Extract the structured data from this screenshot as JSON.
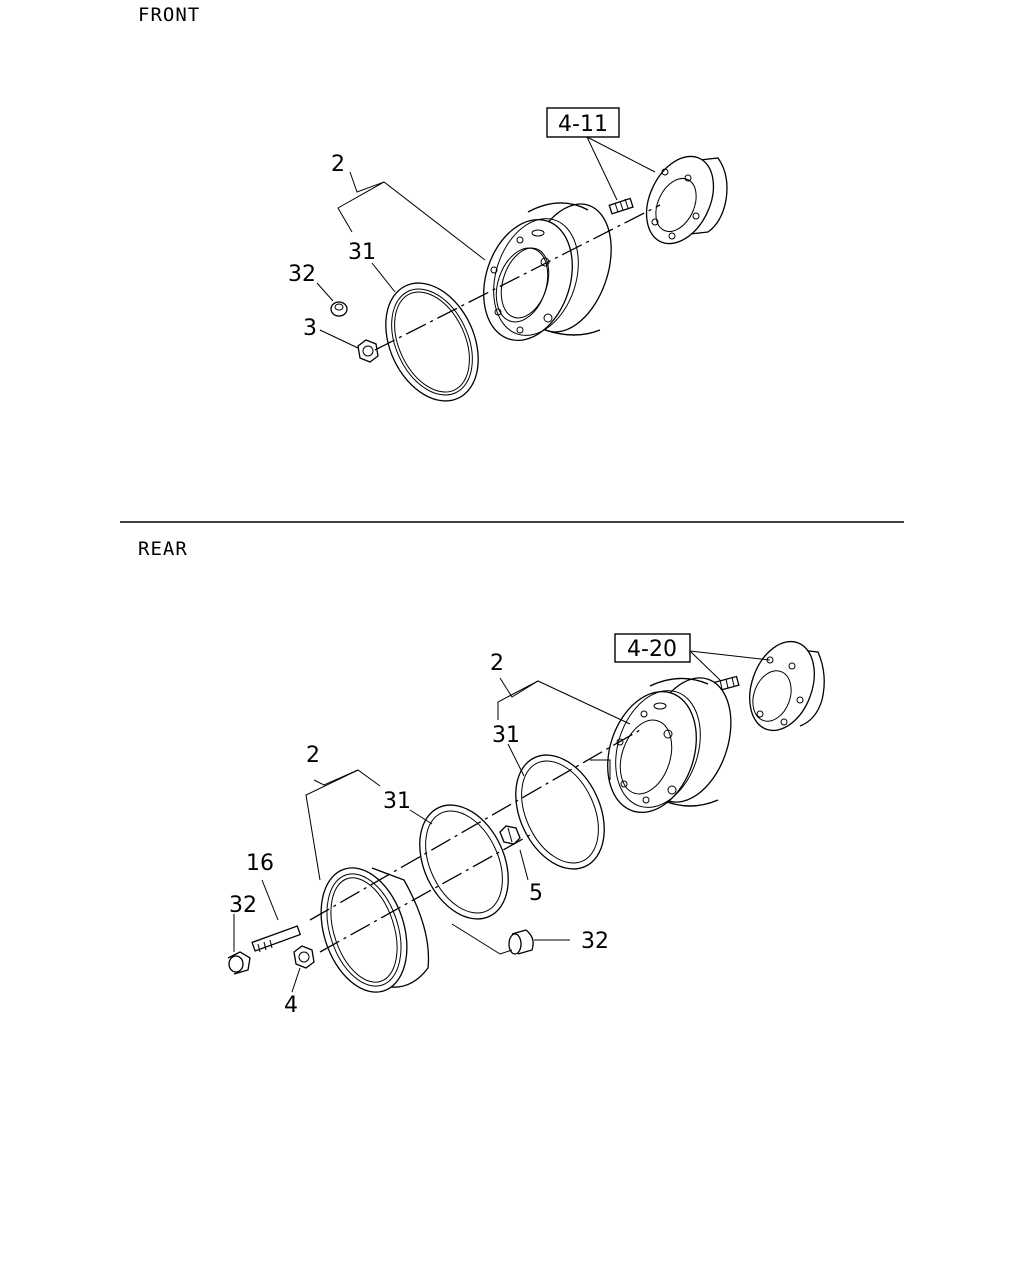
{
  "sections": {
    "front": {
      "heading": "FRONT",
      "ref_box": "4-11",
      "labels": {
        "wheel": "2",
        "ring": "31",
        "cap": "32",
        "nut": "3"
      }
    },
    "rear": {
      "heading": "REAR",
      "ref_box": "4-20",
      "labels": {
        "inner_wheel": "2",
        "inner_ring": "31",
        "outer_wheel": "2",
        "outer_ring": "31",
        "bolt": "16",
        "cap_left": "32",
        "nut": "4",
        "inner_nut": "5",
        "cap_right": "32"
      }
    }
  }
}
